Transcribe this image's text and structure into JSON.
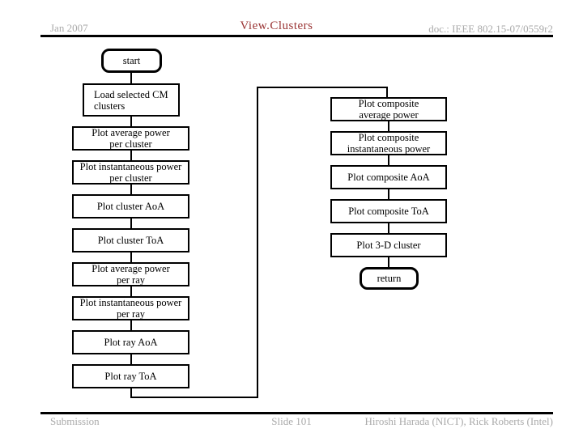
{
  "header": {
    "date": "Jan 2007",
    "title": "View.Clusters",
    "doc": "doc.: IEEE 802.15-07/0559r2"
  },
  "footer": {
    "submission": "Submission",
    "slide": "Slide 101",
    "authors": "Hiroshi Harada (NICT), Rick Roberts (Intel)"
  },
  "colors": {
    "title_accent": "#993333",
    "meta_gray": "#aaaaaa",
    "line_black": "#000000"
  },
  "flowchart": {
    "start": {
      "label": "start"
    },
    "left": [
      {
        "label": "Load selected CM\nclusters"
      },
      {
        "label": "Plot average power\nper cluster"
      },
      {
        "label": "Plot instantaneous power\nper cluster"
      },
      {
        "label": "Plot cluster AoA"
      },
      {
        "label": "Plot cluster ToA"
      },
      {
        "label": "Plot average power\nper ray"
      },
      {
        "label": "Plot instantaneous power\nper ray"
      },
      {
        "label": "Plot ray AoA"
      },
      {
        "label": "Plot ray ToA"
      }
    ],
    "right": [
      {
        "label": "Plot composite\naverage power"
      },
      {
        "label": "Plot composite\ninstantaneous power"
      },
      {
        "label": "Plot composite AoA"
      },
      {
        "label": "Plot composite ToA"
      },
      {
        "label": "Plot 3-D cluster"
      }
    ],
    "end": {
      "label": "return"
    }
  }
}
